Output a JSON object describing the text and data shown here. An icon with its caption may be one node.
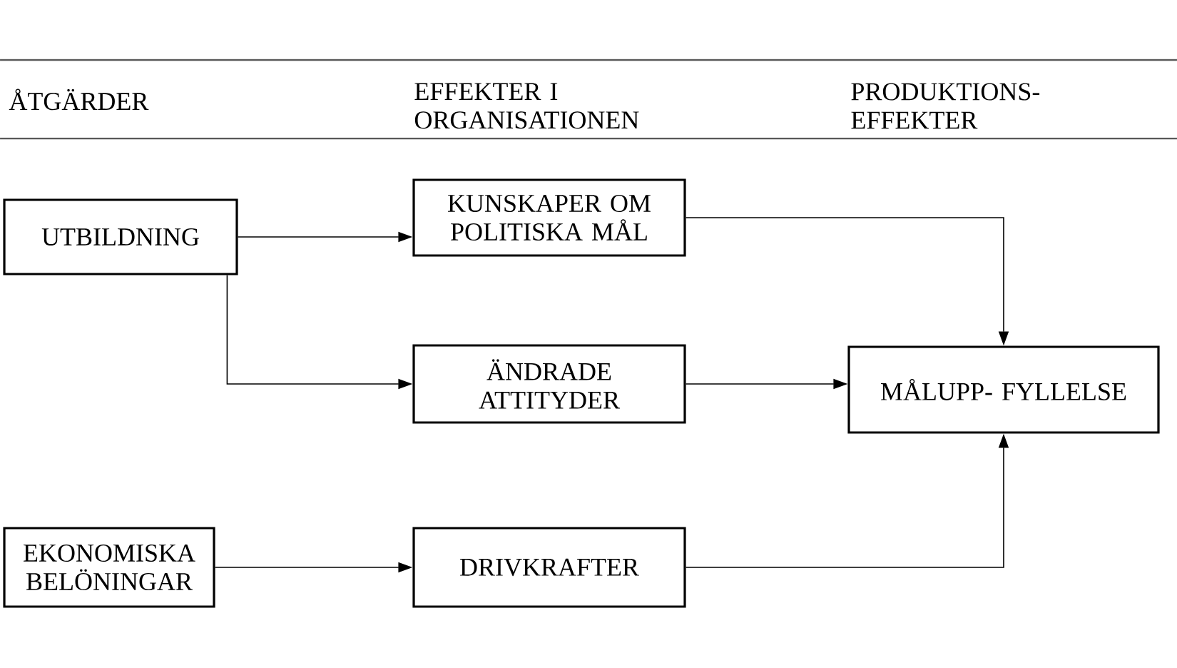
{
  "diagram": {
    "nodes": [
      {
        "text": [
          "UTBILDNING"
        ]
      },
      {
        "text": [
          "KUNSKAPER OM POLITISKA MÅL"
        ]
      },
      {
        "text": [
          "ÄNDRADE ATTITYDER"
        ]
      },
      {
        "text": [
          "MÅLUPP- FYLLELSE"
        ]
      },
      {
        "text": [
          "EKONOMISKA BELÖNINGAR"
        ]
      },
      {
        "text": [
          "DRIVKRAFTER"
        ]
      }
    ],
    "edges": [
      {
        "from": 0,
        "to": 1,
        "arrow": "to"
      },
      {
        "from": 0,
        "to": 2,
        "arrow": "to"
      },
      {
        "from": 1,
        "to": 3,
        "arrow": "to"
      },
      {
        "from": 2,
        "to": 3,
        "arrow": "to"
      },
      {
        "from": 4,
        "to": 5,
        "arrow": "to"
      },
      {
        "from": 5,
        "to": 3,
        "arrow": "to"
      }
    ],
    "labels": [
      "ÅTGÄRDER",
      "EFFEKTER I ORGANISATIONEN",
      "PRODUKTIONS- EFFEKTER"
    ]
  }
}
